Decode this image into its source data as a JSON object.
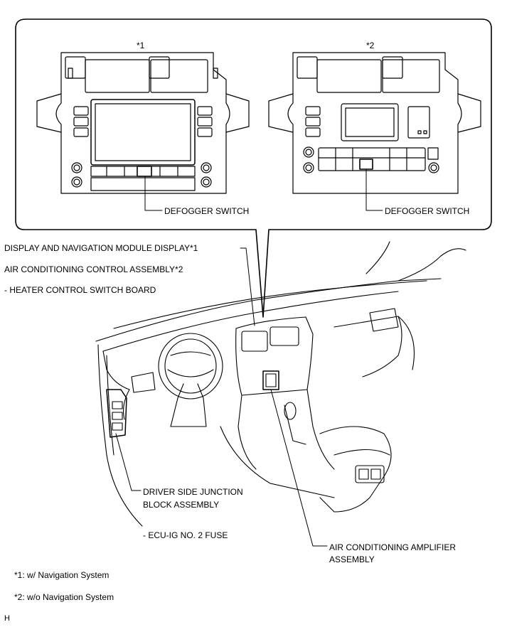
{
  "panel": {
    "variant1_mark": "*1",
    "variant2_mark": "*2",
    "defogger_label_1": "DEFOGGER SWITCH",
    "defogger_label_2": "DEFOGGER SWITCH"
  },
  "callouts": {
    "display_nav": "DISPLAY AND NAVIGATION MODULE DISPLAY*1",
    "ac_control": "AIR CONDITIONING CONTROL ASSEMBLY*2",
    "heater_board": "- HEATER CONTROL SWITCH BOARD",
    "junction_block_line1": "DRIVER SIDE JUNCTION",
    "junction_block_line2": "BLOCK ASSEMBLY",
    "fuse": "- ECU-IG NO. 2 FUSE",
    "amplifier_line1": "AIR CONDITIONING AMPLIFIER",
    "amplifier_line2": "ASSEMBLY"
  },
  "notes": {
    "note1": "*1: w/ Navigation System",
    "note2": "*2: w/o Navigation System",
    "figure_code": "H"
  }
}
